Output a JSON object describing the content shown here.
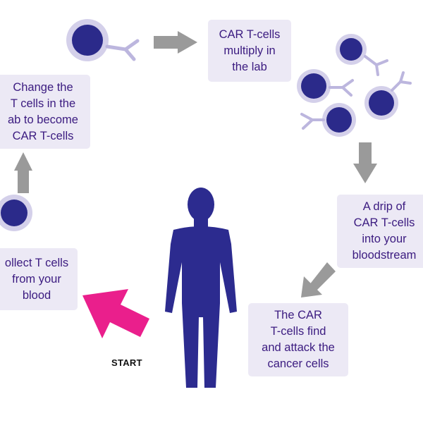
{
  "colors": {
    "box_bg": "#ece9f5",
    "text": "#3b1b80",
    "cell_fill": "#2b2a8a",
    "cell_ring": "#d4d0ea",
    "receptor": "#bcb6de",
    "arrow_gray": "#9a9a9a",
    "start_arrow": "#ea1f8c",
    "figure": "#2c2b8f"
  },
  "steps": {
    "collect": {
      "lines": [
        "ollect T cells",
        "from your",
        "blood"
      ]
    },
    "change": {
      "lines": [
        "Change the",
        "T cells in the",
        "ab to become",
        "CAR T-cells"
      ]
    },
    "multiply": {
      "lines": [
        "CAR T-cells",
        "multiply in",
        "the lab"
      ]
    },
    "drip": {
      "lines": [
        "A drip of",
        "CAR T-cells",
        "into your",
        "bloodstream"
      ]
    },
    "attack": {
      "lines": [
        "The CAR",
        "T-cells find",
        "and attack the",
        "cancer cells"
      ]
    }
  },
  "start_label": "START",
  "icons": {
    "t_cell": "t-cell-icon",
    "car_t_cell": "car-t-cell-icon",
    "person": "person-silhouette-icon",
    "arrow": "arrow-icon"
  }
}
